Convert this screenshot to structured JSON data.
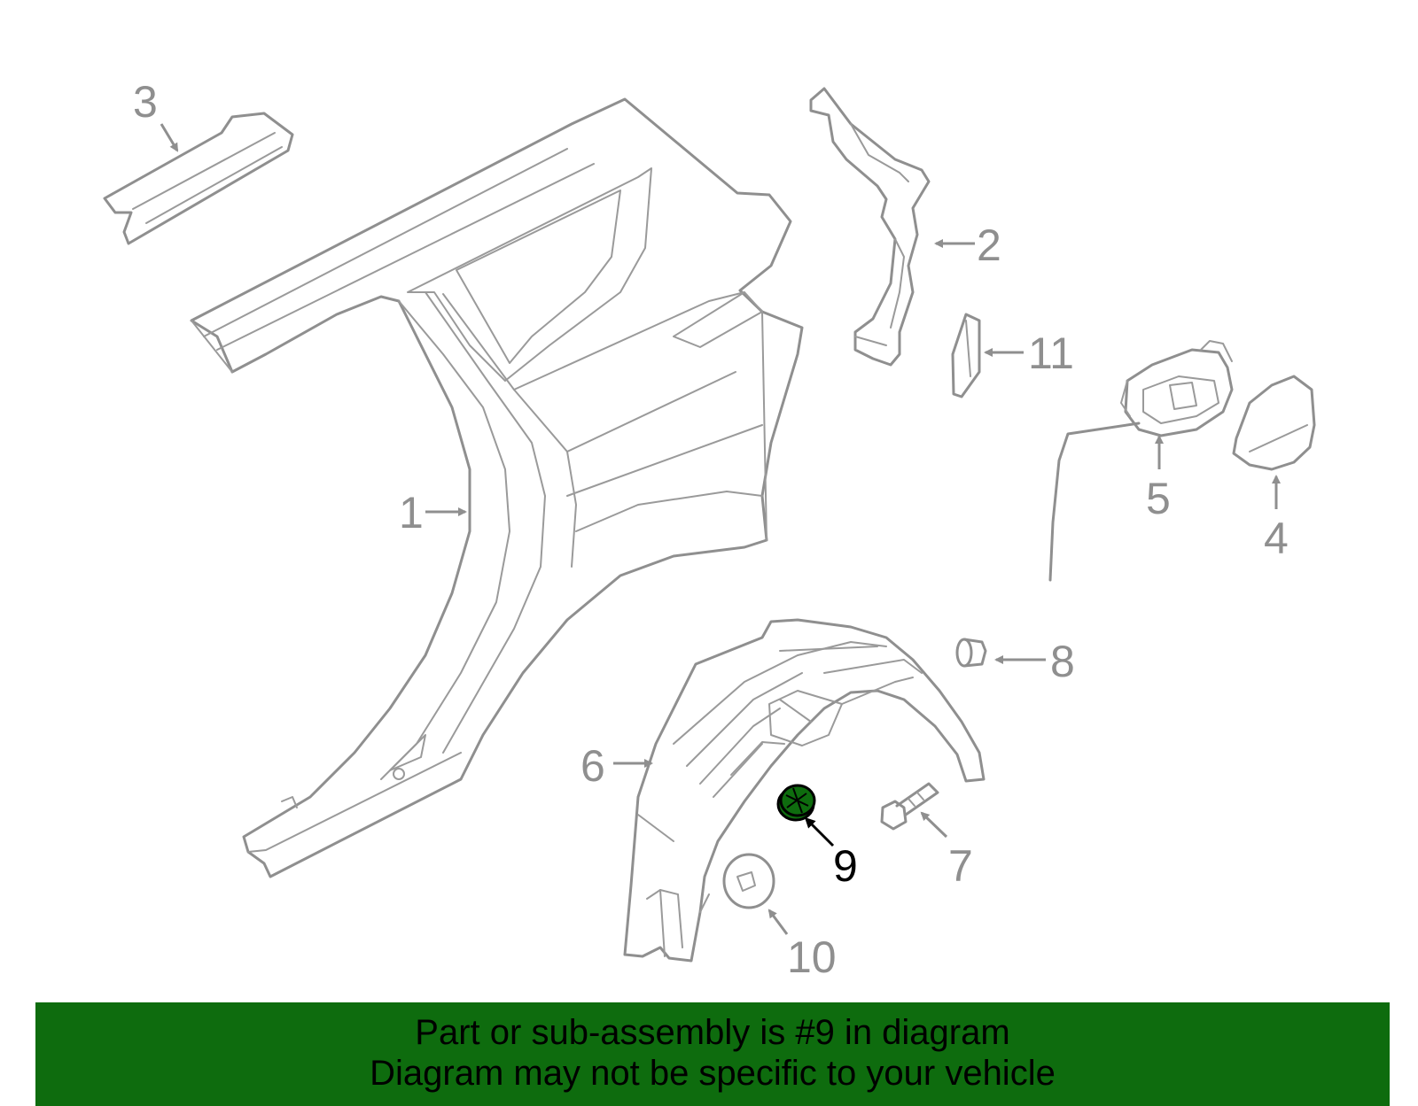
{
  "callouts": {
    "c1": "1",
    "c2": "2",
    "c3": "3",
    "c4": "4",
    "c5": "5",
    "c6": "6",
    "c7": "7",
    "c8": "8",
    "c9": "9",
    "c10": "10",
    "c11": "11"
  },
  "highlight_color": "#0e6c0e",
  "banner": {
    "line1": "Part or sub-assembly is #9 in diagram",
    "line2": "Diagram may not be specific to your vehicle"
  }
}
